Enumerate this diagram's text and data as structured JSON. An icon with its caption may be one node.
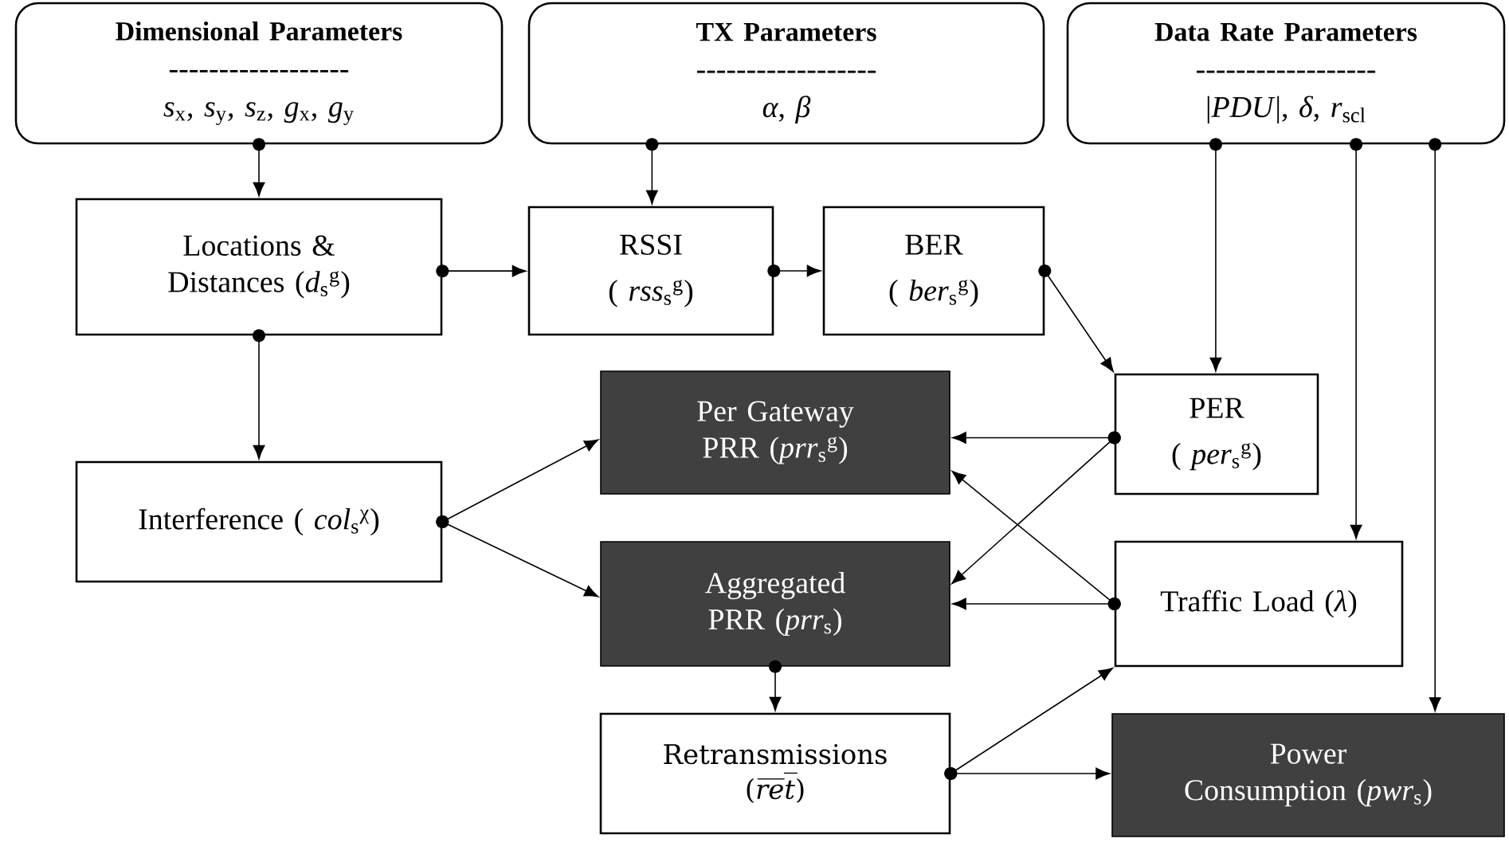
{
  "diagram": {
    "nodes": [
      {
        "text": [
          "Dimensional Parameters",
          "------------------",
          "*s*$_{x}$, *s*$_{y}$, *s*$_{z}$, *g*$_{x}$, *g*$_{y}$"
        ]
      },
      {
        "text": [
          "TX Parameters",
          "------------------",
          "*α*, *β*"
        ]
      },
      {
        "text": [
          "Data Rate Parameters",
          "------------------",
          "|*PDU*|, *δ*, *r*$_{scl}$"
        ]
      },
      {
        "text": [
          "Locations & Distances (*d*$_{s}$$^{g}$)"
        ]
      },
      {
        "text": [
          "RSSI",
          "( *rss*$_{s}$$^{g}$)"
        ]
      },
      {
        "text": [
          "BER",
          "( *ber*$_{s}$$^{g}$)"
        ]
      },
      {
        "text": [
          "Per Gateway PRR (*prr*$_{s}$$^{g}$)"
        ]
      },
      {
        "text": [
          "PER",
          "( *per*$_{s}$$^{g}$)"
        ]
      },
      {
        "text": [
          "Interference ( *col*$_{s}$$^{χ}$)"
        ]
      },
      {
        "text": [
          "Aggregated PRR (*prr*$_{s}$)"
        ]
      },
      {
        "text": [
          "Traffic Load (*λ*)"
        ]
      },
      {
        "text": [
          "Retransmissions (*r̅e̅t̅*)"
        ]
      },
      {
        "text": [
          "Power Consumption (*pwr*$_{s}$)"
        ]
      }
    ],
    "edges": [
      {
        "from": 0,
        "to": 3,
        "arrow": "to"
      },
      {
        "from": 1,
        "to": 4,
        "arrow": "to"
      },
      {
        "from": 2,
        "to": 7,
        "arrow": "to"
      },
      {
        "from": 2,
        "to": 10,
        "arrow": "to"
      },
      {
        "from": 2,
        "to": 12,
        "arrow": "to"
      },
      {
        "from": 3,
        "to": 4,
        "arrow": "to"
      },
      {
        "from": 4,
        "to": 5,
        "arrow": "to"
      },
      {
        "from": 5,
        "to": 7,
        "arrow": "to"
      },
      {
        "from": 3,
        "to": 8,
        "arrow": "to"
      },
      {
        "from": 7,
        "to": 6,
        "arrow": "to"
      },
      {
        "from": 7,
        "to": 9,
        "arrow": "to"
      },
      {
        "from": 10,
        "to": 9,
        "arrow": "to"
      },
      {
        "from": 10,
        "to": 6,
        "arrow": "to"
      },
      {
        "from": 8,
        "to": 6,
        "arrow": "to"
      },
      {
        "from": 8,
        "to": 9,
        "arrow": "to"
      },
      {
        "from": 9,
        "to": 11,
        "arrow": "to"
      },
      {
        "from": 11,
        "to": 10,
        "arrow": "to"
      },
      {
        "from": 11,
        "to": 12,
        "arrow": "to"
      }
    ]
  }
}
